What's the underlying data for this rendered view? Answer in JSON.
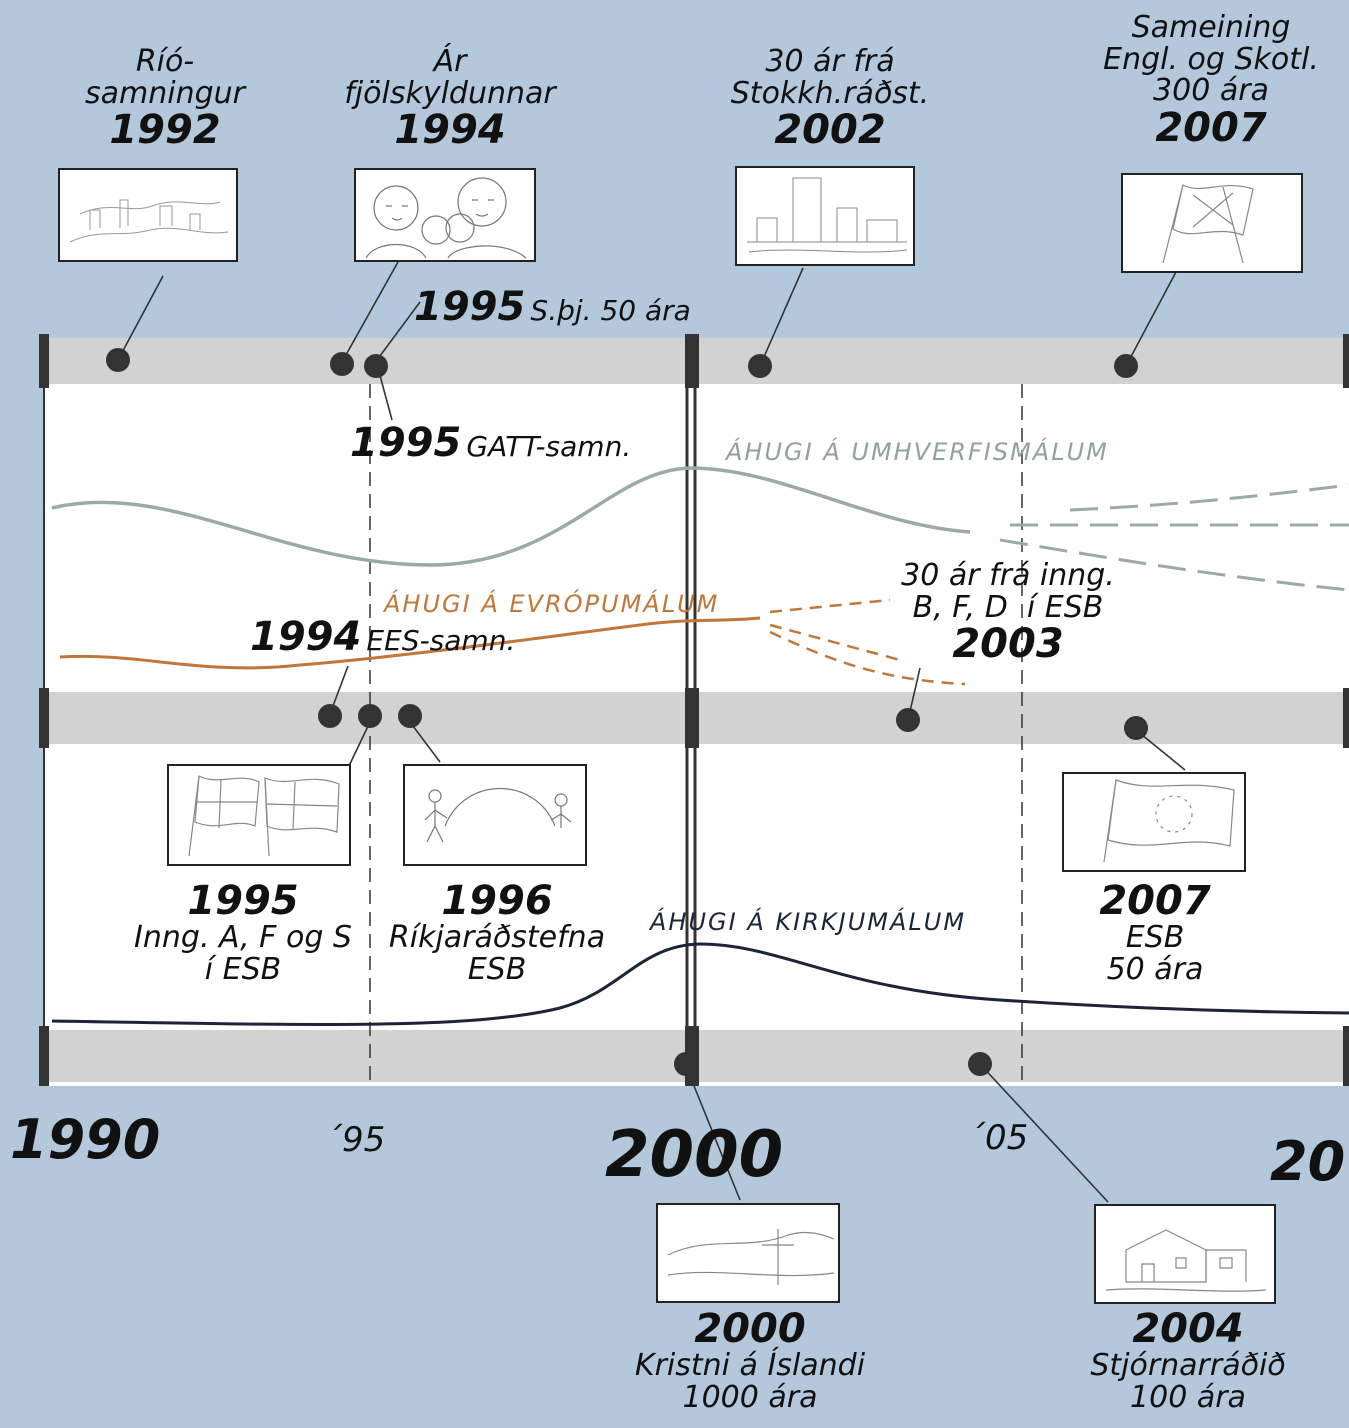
{
  "colors": {
    "background": "#b3c9db",
    "band": "#d2d2d2",
    "content": "#ffffff",
    "environment_curve": "#9aaba4",
    "europe_curve": "#c0773a",
    "church_curve": "#1c2438",
    "dot": "#333333"
  },
  "events_top": [
    {
      "caption": "Ríó-\nsamningur",
      "year": "1992",
      "icon": "city-sketch-icon"
    },
    {
      "caption": "Ár\nfjölskyldunnar",
      "year": "1994",
      "icon": "family-sketch-icon"
    },
    {
      "caption": "30 ár frá\nStokkh.ráðst.",
      "year": "2002",
      "icon": "stockholm-sketch-icon"
    },
    {
      "caption": "Sameining\nEngl. og Skotl.\n300 ára",
      "year": "2007",
      "icon": "flags-sketch-icon"
    }
  ],
  "inline_events": {
    "sbj": {
      "year": "1995",
      "caption": "S.þj. 50 ára"
    },
    "gatt": {
      "year": "1995",
      "caption": "GATT-samn."
    },
    "ees": {
      "year": "1994",
      "caption": "EES-samn."
    },
    "inng": {
      "caption": "30 ár frá inng.\nB, F, D  í ESB",
      "year": "2003"
    }
  },
  "interests": {
    "environment": "ÁHUGI Á UMHVERFISMÁLUM",
    "europe": "ÁHUGI Á EVRÓPUMÁLUM",
    "church": "ÁHUGI Á KIRKJUMÁLUM"
  },
  "events_middle": [
    {
      "year": "1995",
      "caption": "Inng. A, F og S\ní ESB",
      "icon": "nordic-flags-sketch-icon"
    },
    {
      "year": "1996",
      "caption": "Ríkjaráðstefna\nESB",
      "icon": "figures-sketch-icon"
    },
    {
      "year": "2007",
      "caption": "ESB\n50 ára",
      "icon": "eu-flag-sketch-icon"
    }
  ],
  "axis_labels": {
    "y1990": "1990",
    "y1995": "´95",
    "y2000": "2000",
    "y2005": "´05",
    "y2010": "20"
  },
  "events_bottom": [
    {
      "year": "2000",
      "caption": "Kristni á Íslandi\n1000 ára",
      "icon": "church-cross-sketch-icon"
    },
    {
      "year": "2004",
      "caption": "Stjórnarráðið\n100 ára",
      "icon": "government-house-sketch-icon"
    }
  ]
}
